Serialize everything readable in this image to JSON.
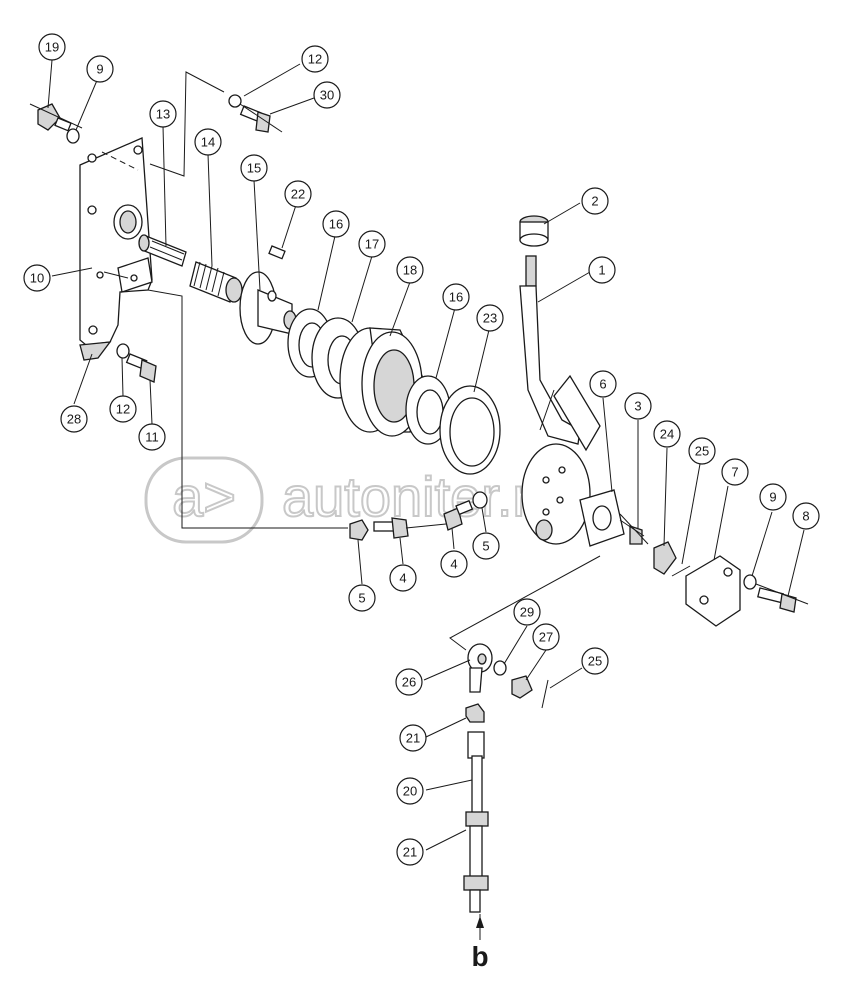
{
  "watermark": {
    "logo_mark": "a>",
    "text": "autoniter.ru"
  },
  "view_label": "b",
  "callouts": [
    {
      "id": "c19a",
      "label": "19"
    },
    {
      "id": "c9a",
      "label": "9"
    },
    {
      "id": "c12a",
      "label": "12"
    },
    {
      "id": "c30",
      "label": "30"
    },
    {
      "id": "c13",
      "label": "13"
    },
    {
      "id": "c14",
      "label": "14"
    },
    {
      "id": "c15",
      "label": "15"
    },
    {
      "id": "c22",
      "label": "22"
    },
    {
      "id": "c16a",
      "label": "16"
    },
    {
      "id": "c17",
      "label": "17"
    },
    {
      "id": "c18",
      "label": "18"
    },
    {
      "id": "c16b",
      "label": "16"
    },
    {
      "id": "c23",
      "label": "23"
    },
    {
      "id": "c2",
      "label": "2"
    },
    {
      "id": "c1",
      "label": "1"
    },
    {
      "id": "c10",
      "label": "10"
    },
    {
      "id": "c28",
      "label": "28"
    },
    {
      "id": "c12b",
      "label": "12"
    },
    {
      "id": "c11",
      "label": "11"
    },
    {
      "id": "c6",
      "label": "6"
    },
    {
      "id": "c3",
      "label": "3"
    },
    {
      "id": "c24",
      "label": "24"
    },
    {
      "id": "c25a",
      "label": "25"
    },
    {
      "id": "c7",
      "label": "7"
    },
    {
      "id": "c9b",
      "label": "9"
    },
    {
      "id": "c8",
      "label": "8"
    },
    {
      "id": "c5a",
      "label": "5"
    },
    {
      "id": "c4a",
      "label": "4"
    },
    {
      "id": "c4b",
      "label": "4"
    },
    {
      "id": "c5b",
      "label": "5"
    },
    {
      "id": "c29",
      "label": "29"
    },
    {
      "id": "c27",
      "label": "27"
    },
    {
      "id": "c25b",
      "label": "25"
    },
    {
      "id": "c26",
      "label": "26"
    },
    {
      "id": "c21a",
      "label": "21"
    },
    {
      "id": "c20",
      "label": "20"
    },
    {
      "id": "c21b",
      "label": "21"
    }
  ]
}
